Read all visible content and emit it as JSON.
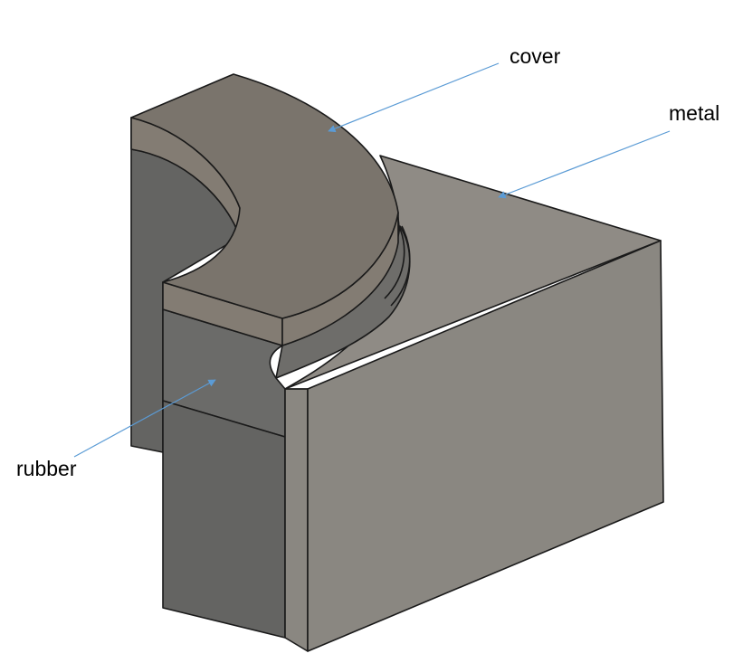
{
  "labels": {
    "cover": "cover",
    "metal": "metal",
    "rubber": "rubber"
  },
  "colors": {
    "background": "#ffffff",
    "metal_top": "#8f8b85",
    "metal_front": "#8a8781",
    "rubber_dark": "#646462",
    "rubber_mid": "#6b6b69",
    "cover_top": "#7a746c",
    "cover_side": "#837c73",
    "leader_line": "#5b9bd5",
    "edge": "#1a1a1a"
  }
}
